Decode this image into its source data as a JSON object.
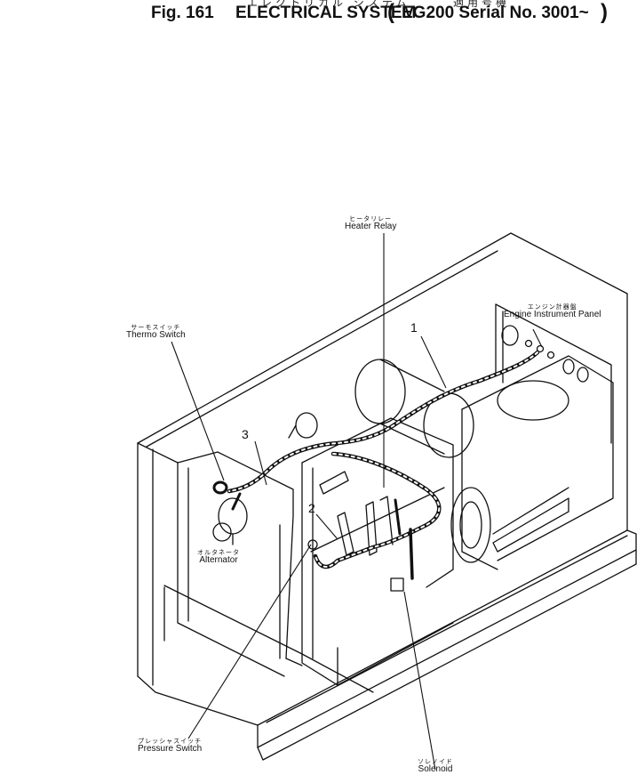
{
  "title": {
    "jp_left": "エレクトリカル システム",
    "jp_right": "適用号機",
    "figure_no": "Fig. 161",
    "name": "ELECTRICAL SYSTEM",
    "paren_open": "(",
    "model": "EG200 Serial No. 3001~",
    "paren_close": ")"
  },
  "callouts": {
    "heater_relay": {
      "jp": "ヒータリレー",
      "en": "Heater Relay"
    },
    "engine_panel": {
      "jp": "エンジン計器盤",
      "en": "Engine Instrument Panel"
    },
    "thermo_switch": {
      "jp": "サーモスイッチ",
      "en": "Thermo Switch"
    },
    "alternator": {
      "jp": "オルタネータ",
      "en": "Alternator"
    },
    "pressure_switch": {
      "jp": "プレッシャスイッチ",
      "en": "Pressure Switch"
    },
    "solenoid": {
      "jp": "ソレノイド",
      "en": "Solenoid"
    }
  },
  "part_numbers": {
    "n1": "1",
    "n2": "2",
    "n3": "3"
  }
}
